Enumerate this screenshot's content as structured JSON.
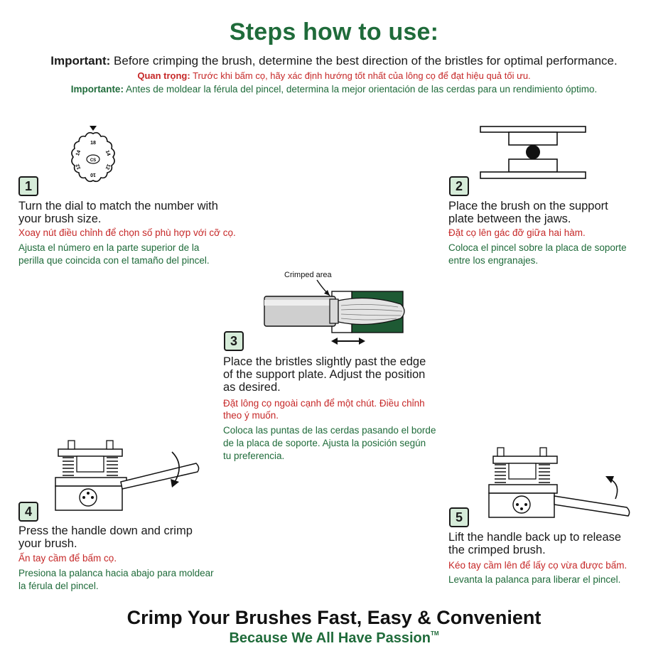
{
  "title": "Steps how to use:",
  "important": {
    "en_label": "Important:",
    "en_text": " Before crimping the brush, determine the best direction of the bristles for optimal performance.",
    "vi_label": "Quan trọng:",
    "vi_text": " Trước khi bấm cọ, hãy xác định hướng tốt nhất của lông cọ để đạt hiệu quả tối ưu.",
    "es_label": "Importante:",
    "es_text": " Antes de moldear la férula del pincel, determina la mejor orientación de las cerdas para un rendimiento óptimo."
  },
  "steps": [
    {
      "number": "1",
      "en_line1": "Turn the dial to match the number with",
      "en_line2": "your brush size.",
      "vi_line1": "Xoay nút điều chỉnh để chọn số phù hợp với cỡ cọ.",
      "es_line1": "Ajusta el número en la parte superior de la",
      "es_line2": "perilla que coincida con el tamaño del pincel."
    },
    {
      "number": "2",
      "en_line1": "Place the brush on the support",
      "en_line2": "plate between the jaws.",
      "vi_line1": "Đặt cọ lên gác đỡ giữa hai hàm.",
      "es_line1": "Coloca el pincel sobre la placa de soporte",
      "es_line2": "entre los engranajes."
    },
    {
      "number": "3",
      "callout": "Crimped area",
      "en_line1": "Place the bristles slightly past the edge",
      "en_line2": "of the support plate. Adjust the position",
      "en_line3": "as desired.",
      "vi_line1": "Đặt lông cọ ngoài cạnh để một chút. Điều chỉnh",
      "vi_line2": "theo ý muốn.",
      "es_line1": "Coloca las puntas de las cerdas pasando el borde",
      "es_line2": "de la placa de soporte. Ajusta la posición según",
      "es_line3": "tu preferencia."
    },
    {
      "number": "4",
      "en_line1": "Press the handle down and crimp",
      "en_line2": "your brush.",
      "vi_line1": "Ấn tay cầm để bấm cọ.",
      "es_line1": "Presiona la palanca hacia abajo para moldear",
      "es_line2": "la férula del pincel."
    },
    {
      "number": "5",
      "en_line1": "Lift the handle back up to release",
      "en_line2": "the crimped brush.",
      "vi_line1": "Kéo tay cầm lên để lấy cọ vừa được bấm.",
      "es_line1": "Levanta la palanca para liberar el pincel."
    }
  ],
  "dial_numbers": [
    "18",
    "14",
    "14",
    "12",
    "12",
    "10"
  ],
  "dial_logo": "CS",
  "footer": {
    "headline": "Crimp Your Brushes Fast, Easy & Convenient",
    "tagline": "Because We All Have Passion",
    "trademark": "TM"
  },
  "colors": {
    "green": "#1f6b3a",
    "red": "#c62828",
    "badge_fill": "#d6ecd9",
    "plate_green": "#1e5a34"
  }
}
